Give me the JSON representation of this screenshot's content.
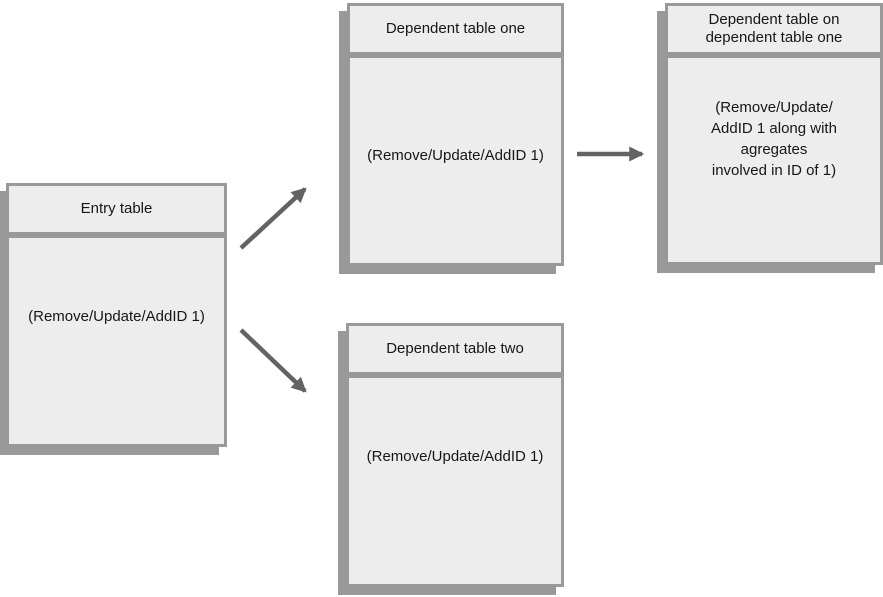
{
  "diagram": {
    "colors": {
      "box_fill": "#ededed",
      "box_border": "#999999",
      "box_shadow": "#999999",
      "arrow": "#636363",
      "text": "#161616",
      "background": "#ffffff"
    },
    "tables": [
      {
        "id": "entry",
        "title_lines": [
          "Entry table"
        ],
        "body_lines": [
          "(Remove/Update/AddID 1)"
        ]
      },
      {
        "id": "dependent-one",
        "title_lines": [
          "Dependent table one"
        ],
        "body_lines": [
          "(Remove/Update/AddID 1)"
        ]
      },
      {
        "id": "dependent-on-dependent-one",
        "title_lines": [
          "Dependent table on",
          "dependent table one"
        ],
        "body_lines": [
          "(Remove/Update/",
          "AddID 1 along with",
          "agregates",
          "involved in ID of 1)"
        ]
      },
      {
        "id": "dependent-two",
        "title_lines": [
          "Dependent table two"
        ],
        "body_lines": [
          "(Remove/Update/AddID 1)"
        ]
      }
    ],
    "arrows": [
      {
        "from": "Entry table",
        "to": "Dependent table one"
      },
      {
        "from": "Entry table",
        "to": "Dependent table two"
      },
      {
        "from": "Dependent table one",
        "to": "Dependent table on dependent table one"
      }
    ]
  }
}
